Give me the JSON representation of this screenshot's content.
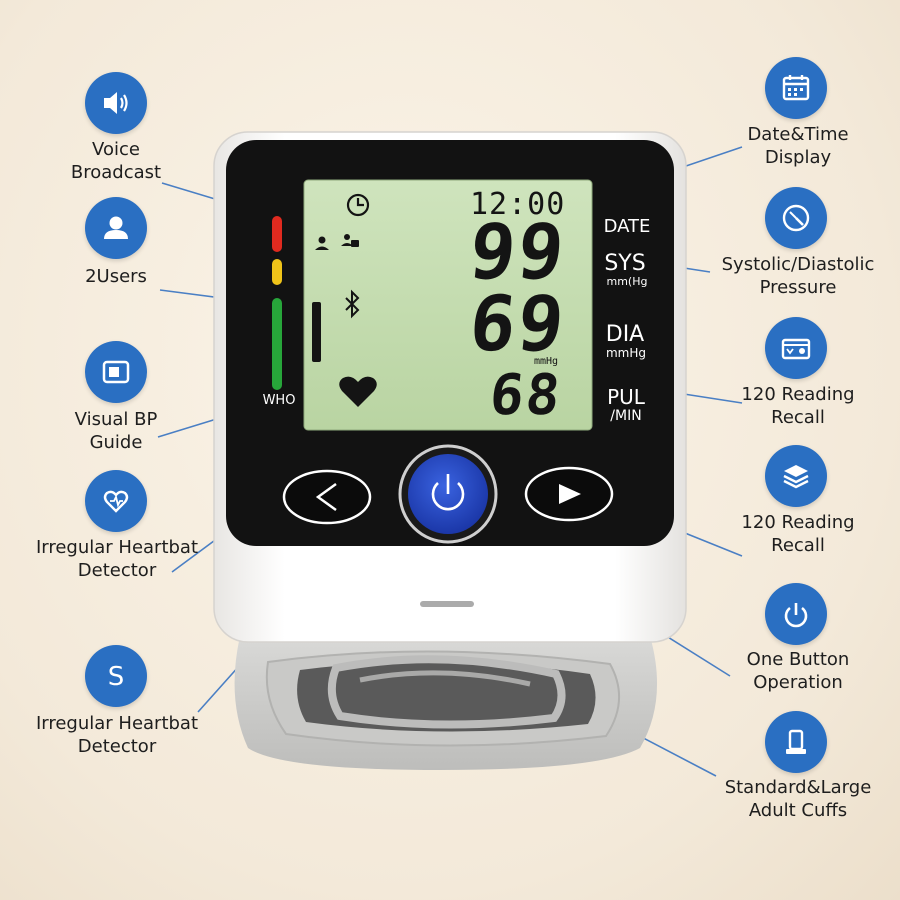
{
  "features": {
    "voice": {
      "label": "Voice\nBroadcast",
      "icon": "speaker-icon"
    },
    "users": {
      "label": "2Users",
      "icon": "user-icon"
    },
    "guide": {
      "label": "Visual BP\nGuide",
      "icon": "monitor-icon"
    },
    "irregular_1": {
      "label": "Irregular Heartbat\nDetector",
      "icon": "heart-hands-icon"
    },
    "irregular_2": {
      "label": "Irregular Heartbat\nDetector",
      "icon": "s-icon"
    },
    "date_time": {
      "label": "Date&Time\nDisplay",
      "icon": "calendar-icon"
    },
    "systolic": {
      "label": "Systolic/Diastolic\nPressure",
      "icon": "gauge-icon"
    },
    "recall_1": {
      "label": "120 Reading\nRecall",
      "icon": "radio-icon"
    },
    "recall_2": {
      "label": "120 Reading\nRecall",
      "icon": "layers-icon"
    },
    "one_button": {
      "label": "One Button\nOperation",
      "icon": "power-icon"
    },
    "cuffs": {
      "label": "Standard&Large\nAdult Cuffs",
      "icon": "cuff-icon"
    }
  },
  "device": {
    "time": "12:00",
    "sys": "99",
    "dia": "69",
    "pulse": "68",
    "unit_lcd": "mmHg",
    "labels": {
      "date": "DATE",
      "sys": "SYS",
      "sys_unit": "mm(Hg",
      "dia": "DIA",
      "dia_unit": "mmHg",
      "pul": "PUL",
      "pul_unit": "/MIN",
      "who": "WHO"
    }
  },
  "colors": {
    "icon_blue": "#2a6fc2",
    "lcd_green": "#c3dcae",
    "power_blue": "#2249c9",
    "who_red": "#e02a1f",
    "who_yellow": "#f0c419",
    "who_green": "#27a63a"
  }
}
